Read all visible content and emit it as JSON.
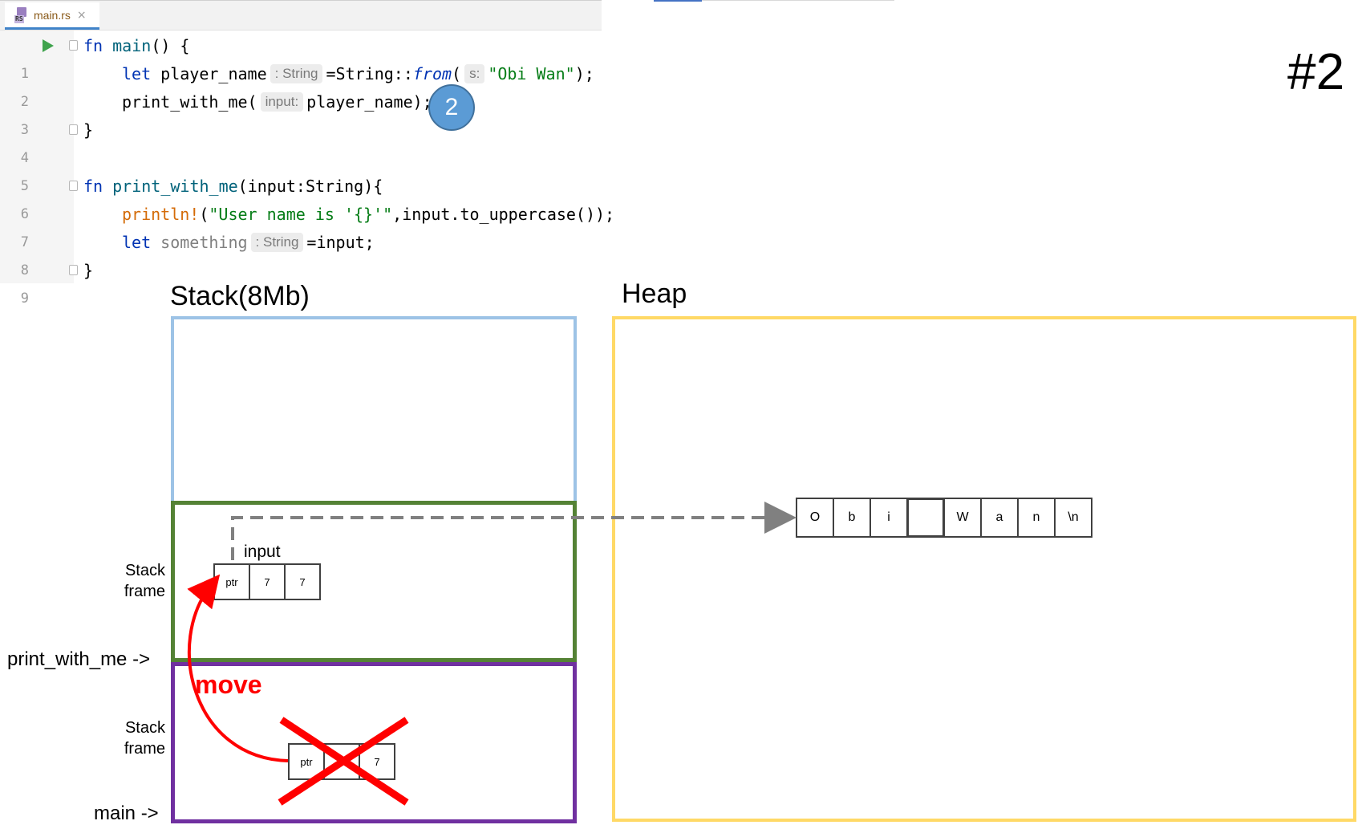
{
  "editor": {
    "tab": {
      "icon": "rust-file-icon",
      "icon_badge": "RS",
      "label": "main.rs",
      "close": "×"
    },
    "lines": [
      {
        "n": "1"
      },
      {
        "n": "2"
      },
      {
        "n": "3"
      },
      {
        "n": "4"
      },
      {
        "n": "5"
      },
      {
        "n": "6"
      },
      {
        "n": "7"
      },
      {
        "n": "8"
      },
      {
        "n": "9"
      }
    ],
    "code": {
      "l1_fn": "fn",
      "l1_name": " main",
      "l1_rest": "() {",
      "l2_let": "let",
      "l2_var": " player_name",
      "l2_hint": ": String",
      "l2_a": "=String::",
      "l2_from": "from",
      "l2_b": "(",
      "l2_hint2": "s:",
      "l2_str": "\"Obi Wan\"",
      "l2_c": ");",
      "l3_a": "print_with_me(",
      "l3_hint": "input:",
      "l3_b": "player_name);",
      "l4": "}",
      "l6_fn": "fn",
      "l6_name": " print_with_me",
      "l6_rest": "(input:String){",
      "l7_mac": "println!",
      "l7_a": "(",
      "l7_str": "\"User name is '{}'\"",
      "l7_b": ",input.to_uppercase());",
      "l8_let": "let",
      "l8_var": " something",
      "l8_hint": ": String",
      "l8_rest": "=input;",
      "l9": "}"
    },
    "step_badge": "2"
  },
  "step_title": "#2",
  "diagram": {
    "stack_title": "Stack(8Mb)",
    "heap_title": "Heap",
    "frame_label": "Stack\nframe",
    "frame_label_line1": "Stack",
    "frame_label_line2": "frame",
    "print_with_me_pointer": "print_with_me ->",
    "main_pointer": "main ->",
    "input_label": "input",
    "input_cells": [
      "ptr",
      "7",
      "7"
    ],
    "player_name_cells": [
      "ptr",
      "",
      "7"
    ],
    "heap_cells": [
      "O",
      "b",
      "i",
      "",
      "W",
      "a",
      "n",
      "\\n"
    ],
    "move_label": "move",
    "colors": {
      "stack_border": "#9dc3e6",
      "frame_green": "#548235",
      "frame_purple": "#7030a0",
      "heap_border": "#ffd966",
      "move_red": "#ff0000",
      "pointer_gray": "#808080"
    }
  }
}
